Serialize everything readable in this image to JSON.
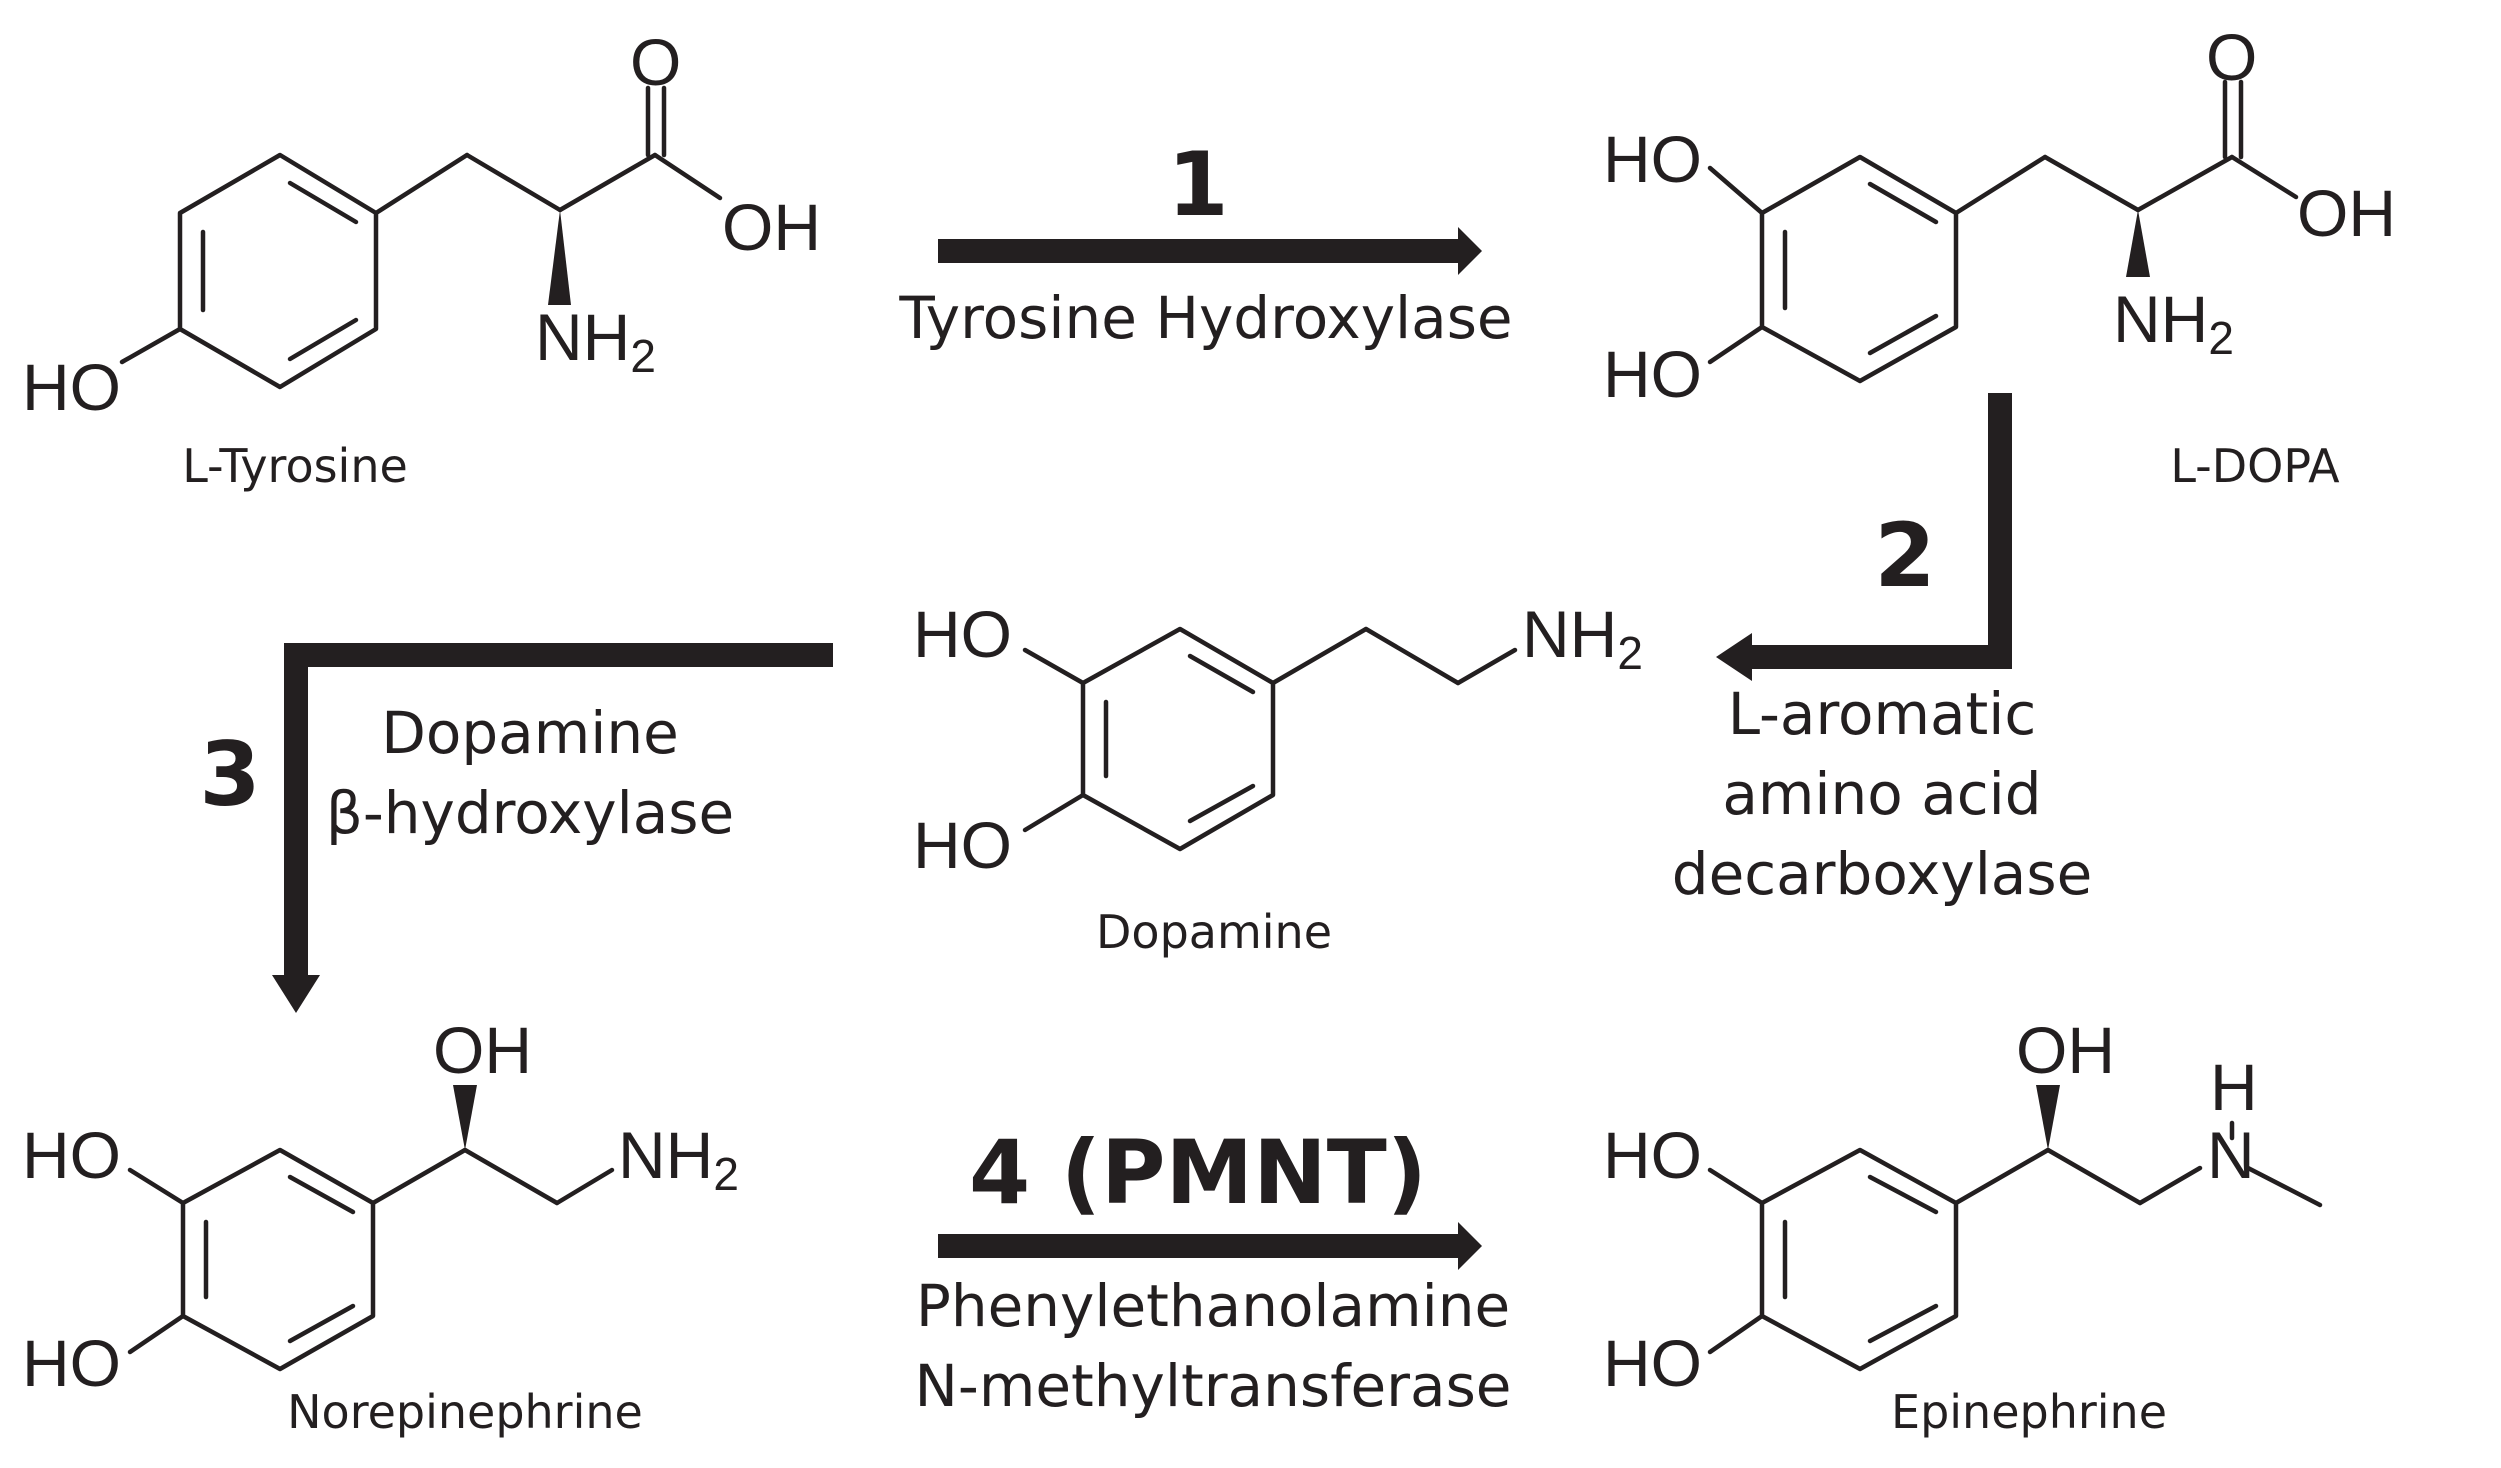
{
  "compounds": {
    "tyrosine": {
      "name": "L-Tyrosine",
      "ho": "HO",
      "oh": "OH",
      "o": "O",
      "nh": "NH",
      "nh_sub": "2"
    },
    "ldopa": {
      "name": "L-DOPA",
      "ho1": "HO",
      "ho2": "HO",
      "oh": "OH",
      "o": "O",
      "nh": "NH",
      "nh_sub": "2"
    },
    "dopamine": {
      "name": "Dopamine",
      "ho1": "HO",
      "ho2": "HO",
      "nh": "NH",
      "nh_sub": "2"
    },
    "norepinephrine": {
      "name": "Norepinephrine",
      "ho1": "HO",
      "ho2": "HO",
      "oh": "OH",
      "nh": "NH",
      "nh_sub": "2"
    },
    "epinephrine": {
      "name": "Epinephrine",
      "ho1": "HO",
      "ho2": "HO",
      "oh": "OH",
      "n": "N",
      "h": "H"
    }
  },
  "steps": [
    {
      "number": "1",
      "enzyme_lines": [
        "Tyrosine Hydroxylase"
      ]
    },
    {
      "number": "2",
      "enzyme_lines": [
        "L-aromatic",
        "amino acid",
        "decarboxylase"
      ]
    },
    {
      "number": "3",
      "enzyme_lines": [
        "Dopamine",
        "β-hydroxylase"
      ]
    },
    {
      "number": "4 (PMNT)",
      "enzyme_lines": [
        "Phenylethanolamine",
        "N-methyltransferase"
      ]
    }
  ],
  "colors": {
    "ink": "#231f20",
    "background": "#ffffff"
  }
}
